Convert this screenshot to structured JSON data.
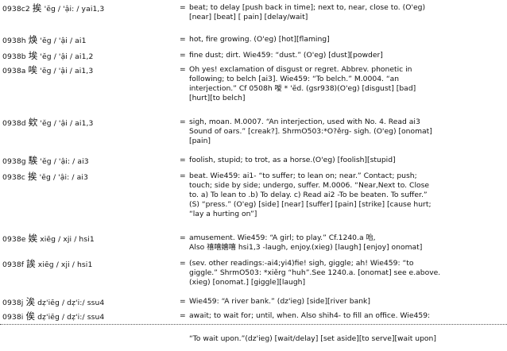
{
  "entries": [
    {
      "code": "0938c2",
      "char": "挨",
      "reading": "'ĕg / 'ậi: / yai1,3",
      "def": "beat; to delay [push back in time]; next to, near, close to. (O'eg)\n[near] [beat] [ pain] [delay/wait]"
    },
    {
      "code": "0938h",
      "char": "焕",
      "reading": "'ĕg / 'ậi / ai1",
      "def": "hot, fire growing. (O'eg) [hot][flaming]"
    },
    {
      "code": "0938b",
      "char": "埃",
      "reading": "'ĕg / 'ậi / ai1,2",
      "def": "fine dust; dirt. Wie459: “dust.” (O'eg) [dust][powder]"
    },
    {
      "code": "0938a",
      "char": "唉",
      "reading": "'ĕg / 'ậi / ai1,3",
      "def": "Oh yes! exclamation of disgust or regret. Abbrev. phonetic in\nfollowing; to belch [ai3]. Wie459: “To belch.” M.0004. “an\ninterjection.” Cf 0508h 噯 * 'ĕd. (gsr938)(O'eg) [disgust] [bad]\n[hurt][to belch]"
    },
    {
      "code": "0938d",
      "char": "欸",
      "reading": "'ĕg / 'ậi / ai1,3",
      "def": "sigh, moan. M.0007. “An interjection, used with No. 4. Read ai3\nSound of oars.” [creak?]. ShrmO503:*O?ěrg- sigh. (O'eg) [onomat]\n[pain]"
    },
    {
      "code": "0938g",
      "char": "騃",
      "reading": "'ĕg / 'ậi: / ai3",
      "def": "foolish, stupid; to trot, as a horse.(O'eg) [foolish][stupid]"
    },
    {
      "code": "0938c",
      "char": "挨",
      "reading": "'ĕg / 'ậi: / ai3",
      "def": "beat. Wie459: ai1- “to suffer; to lean on; near.” Contact; push;\ntouch; side by side; undergo, suffer. M.0006. “Near,Next to. Close\nto. a) To lean to .b) To delay. c) Read ai2 -To be beaten. To suffer.”\n(S) “press.” (O'eg) [side] [near] [suffer] [pain] [strike] [cause hurt;\n“lay a hurting on”]"
    },
    {
      "code": "0938e",
      "char": "娭",
      "reading": "xiēg / xji / hsi1",
      "def": "amusement. Wie459: “A girl; to play.” Cf.1240.a 咍,\nAlso 禧嘻嬉嘻 hsi1,3 -laugh, enjoy.(xieg) [laugh] [enjoy] onomat]"
    },
    {
      "code": "0938f",
      "char": "誒",
      "reading": "xiēg / xji / hsi1",
      "def": "(sev. other readings:-ai4;yi4)fie! sigh, giggle; ah! Wie459: “to\ngiggle.” ShrmO503: *xiěrg “huh”.See 1240.a. [onomat] see e.above.\n(xieg) [onomat.] [giggle][laugh]"
    },
    {
      "code": "0938j",
      "char": "涘",
      "reading": "dẓ'iēg / dẓ'i:/ ssu4",
      "def": "Wie459: “A river bank.” (dz'ieg) [side][river bank]"
    },
    {
      "code": "0938i",
      "char": "俟",
      "reading": "dẓ'iēg / dẓ'i:/ ssu4",
      "def": "await; to wait for; until, when. Also shih4- to fill an office. Wie459:"
    }
  ],
  "continuation": "“To wait upon.”(dz'ieg) [wait/delay] [set aside][to serve][wait upon]"
}
